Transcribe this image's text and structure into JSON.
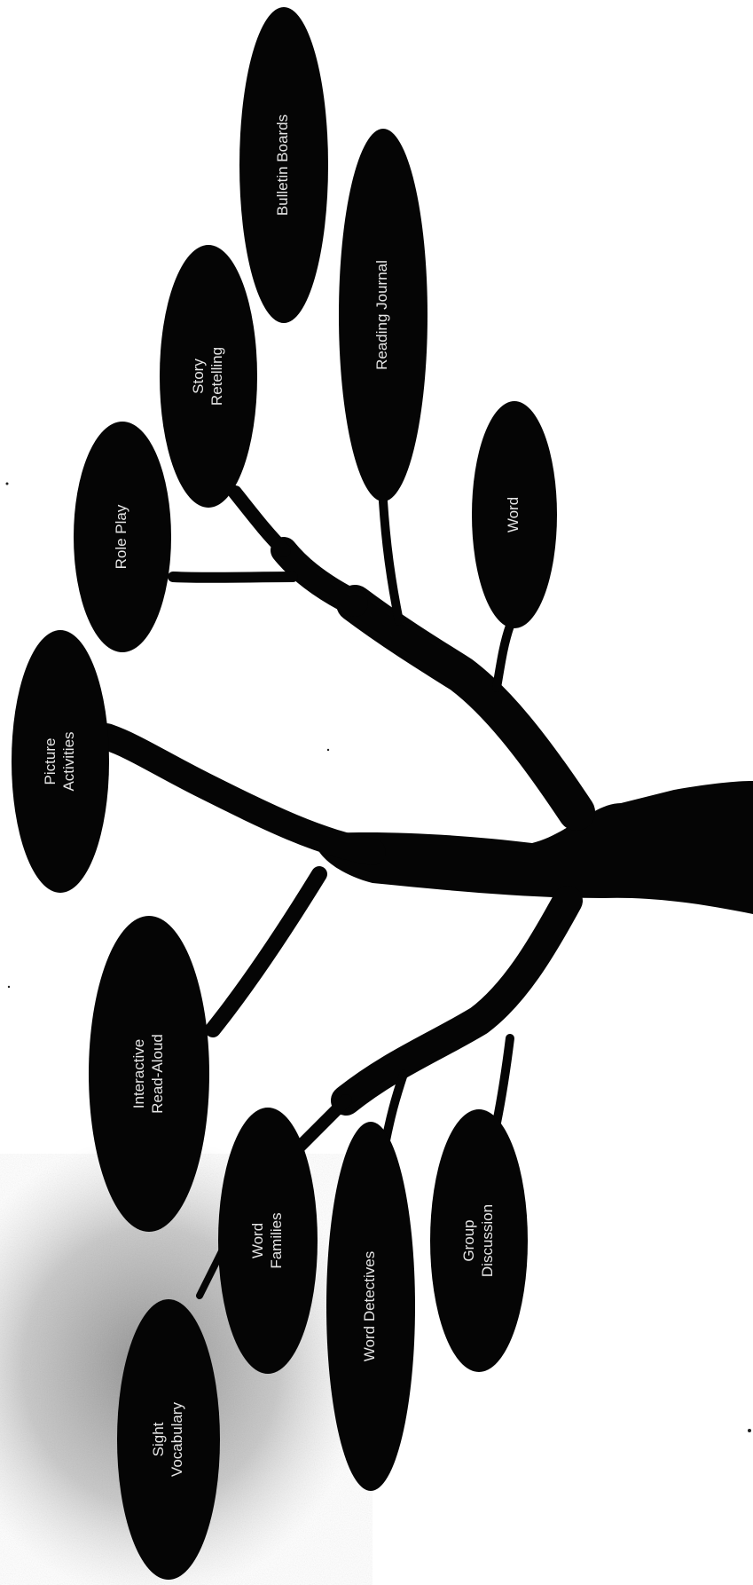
{
  "diagram": {
    "type": "tree",
    "colors": {
      "background": "#ffffff",
      "ink": "#050505",
      "label": "#e6e6e6",
      "grain": "#9a9a9a"
    },
    "nodes": [
      {
        "id": "n1",
        "lines": [
          "Bulletin Boards"
        ]
      },
      {
        "id": "n2",
        "lines": [
          "Reading Journal"
        ]
      },
      {
        "id": "n3",
        "lines": [
          "Story",
          "Retelling"
        ]
      },
      {
        "id": "n4",
        "lines": [
          "Role Play"
        ]
      },
      {
        "id": "n5",
        "lines": [
          "Word"
        ]
      },
      {
        "id": "n6",
        "lines": [
          "Picture",
          "Activities"
        ]
      },
      {
        "id": "n7",
        "lines": [
          "Interactive",
          "Read-Aloud"
        ]
      },
      {
        "id": "n8",
        "lines": [
          "Word",
          "Families"
        ]
      },
      {
        "id": "n9",
        "lines": [
          "Word Detectives"
        ]
      },
      {
        "id": "n10",
        "lines": [
          "Group",
          "Discussion"
        ]
      },
      {
        "id": "n11",
        "lines": [
          "Sight",
          "Vocabulary"
        ]
      }
    ]
  }
}
